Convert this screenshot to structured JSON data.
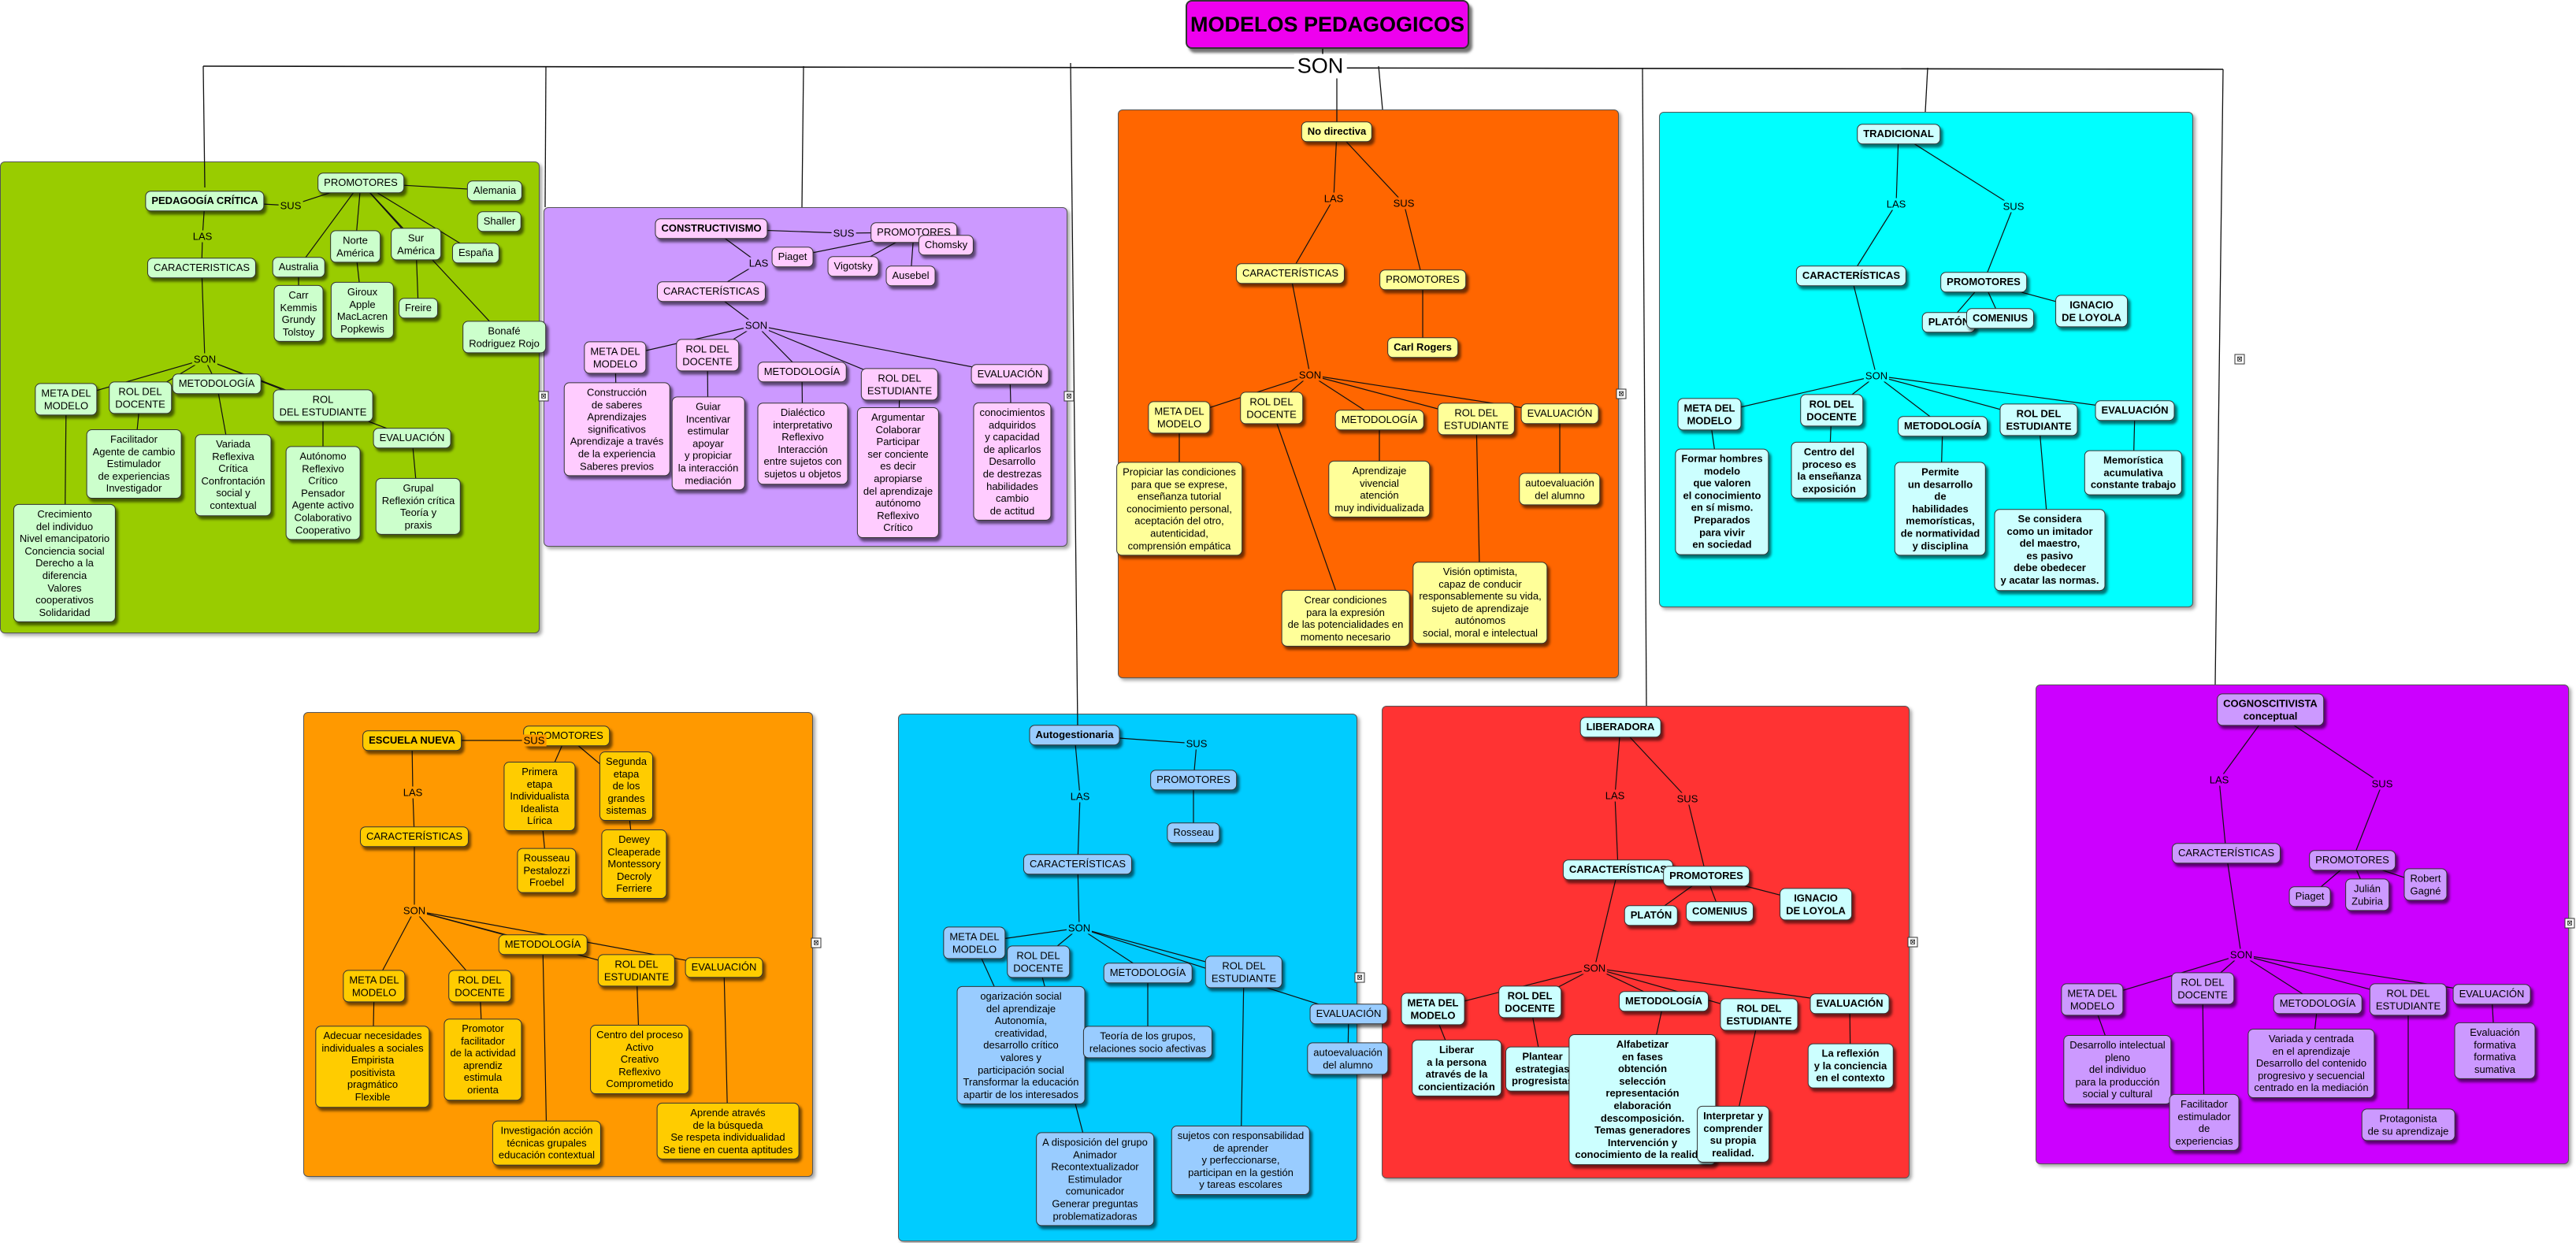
{
  "title": "MODELOS PEDAGOGICOS",
  "root_link": "SON",
  "colors": {
    "title": "#ee00ee",
    "critica": "#99cc00",
    "constructivismo": "#cc99ff",
    "no_directiva": "#ff6600",
    "tradicional": "#00ffff",
    "escuela_nueva": "#ff9900",
    "autogestionaria": "#00ccff",
    "liberadora": "#ff3333",
    "cognoscitivista": "#cc00ff"
  },
  "sections": [
    {
      "name": "PEDAGOGÍA CRÍTICA",
      "nodes": [
        "PEDAGOGÍA CRÍTICA",
        "PROMOTORES",
        "Alemania",
        "Shaller",
        "Australia",
        "Norte\nAmérica",
        "Sur\nAmérica",
        "España",
        "Carr\nKemmis\nGrundy\nTolstoy",
        "Giroux\nApple\nMacLacren\nPopkewis",
        "Freire",
        "Bonafé\nRodriguez Rojo",
        "CARACTERISTICAS",
        "META DEL\nMODELO",
        "ROL DEL\nDOCENTE",
        "METODOLOGÍA",
        "ROL\nDEL ESTUDIANTE",
        "EVALUACIÓN",
        "Crecimiento\ndel individuo\nNivel emancipatorio\nConciencia social\nDerecho a la\ndiferencia\nValores\ncooperativos\nSolidaridad",
        "Facilitador\nAgente de cambio\nEstimulador\nde experiencias\nInvestigador",
        "Variada\nReflexiva\nCrítica\nConfrontación\nsocial y\ncontextual",
        "Autónomo\nReflexivo\nCrítico\nPensador\nAgente activo\nColaborativo\nCooperativo",
        "Grupal\nReflexión crítica\nTeoría y\npraxis"
      ],
      "links": [
        "SUS",
        "LAS",
        "SON"
      ]
    },
    {
      "name": "CONSTRUCTIVISMO",
      "nodes": [
        "CONSTRUCTIVISMO",
        "PROMOTORES",
        "Piaget",
        "Vigotsky",
        "Ausebel",
        "Chomsky",
        "CARACTERÍSTICAS",
        "META DEL\nMODELO",
        "ROL DEL\nDOCENTE",
        "METODOLOGÍA",
        "ROL DEL\nESTUDIANTE",
        "EVALUACIÓN",
        "Construcción\nde saberes\nAprendizajes\nsignificativos\nAprendizaje a través\nde la experiencia\nSaberes previos",
        "Guiar\nIncentivar\nestimular\napoyar\ny propiciar\nla interacción\nmediación",
        "Dialéctico\ninterpretativo\nReflexivo\nInteracción\nentre sujetos con\nsujetos u objetos",
        "Argumentar\nColaborar\nParticipar\nser conciente\nes decir\napropiarse\ndel aprendizaje\nautónomo\nReflexivo\nCrítico",
        "conocimientos\nadquiridos\ny capacidad\nde aplicarlos\nDesarrollo\nde destrezas\nhabilidades\ncambio\nde actitud"
      ],
      "links": [
        "SUS",
        "LAS",
        "SON"
      ]
    },
    {
      "name": "No directiva",
      "nodes": [
        "No directiva",
        "CARACTERÍSTICAS",
        "PROMOTORES",
        "Carl Rogers",
        "META DEL\nMODELO",
        "ROL DEL\nDOCENTE",
        "METODOLOGÍA",
        "ROL DEL\nESTUDIANTE",
        "EVALUACIÓN",
        "Propiciar las condiciones\npara que se exprese,\nenseñanza tutorial\nconocimiento personal,\naceptación del otro,\nautenticidad,\ncomprensión empática",
        "Crear condiciones\npara la expresión\nde las potencialidades en\nmomento necesario",
        "Aprendizaje\nvivencial\natención\nmuy individualizada",
        "Visión optimista,\ncapaz de conducir\nresponsablemente su vida,\nsujeto de aprendizaje\nautónomos\nsocial, moral e intelectual",
        "autoevaluación\ndel alumno"
      ],
      "links": [
        "LAS",
        "SUS",
        "SON"
      ]
    },
    {
      "name": "TRADICIONAL",
      "nodes": [
        "TRADICIONAL",
        "CARACTERÍSTICAS",
        "PROMOTORES",
        "PLATÓN",
        "COMENIUS",
        "IGNACIO\nDE LOYOLA",
        "META DEL\nMODELO",
        "ROL DEL\nDOCENTE",
        "METODOLOGÍA",
        "ROL DEL\nESTUDIANTE",
        "EVALUACIÓN",
        "Formar hombres\nmodelo\nque valoren\nel conocimiento\nen sí mismo.\nPreparados\npara vivir\nen sociedad",
        "Centro del\nproceso es\nla enseñanza\nexposición",
        "Permite\nun desarrollo\nde\nhabilidades\nmemorísticas,\nde normatividad\ny disciplina",
        "Se considera\ncomo un imitador\ndel maestro,\nes pasivo\ndebe obedecer\ny acatar las normas.",
        "Memorística\nacumulativa\nconstante trabajo"
      ],
      "links": [
        "LAS",
        "SUS",
        "SON"
      ]
    },
    {
      "name": "ESCUELA NUEVA",
      "nodes": [
        "ESCUELA NUEVA",
        "PROMOTORES",
        "Primera\netapa\nIndividualista\nIdealista\nLírica",
        "Segunda\netapa\nde los\ngrandes\nsistemas",
        "Rousseau\nPestalozzi\nFroebel",
        "Dewey\nCleaperade\nMontessory\nDecroly\nFerriere",
        "CARACTERÍSTICAS",
        "META DEL\nMODELO",
        "ROL DEL\nDOCENTE",
        "METODOLOGÍA",
        "ROL DEL\nESTUDIANTE",
        "EVALUACIÓN",
        "Adecuar necesidades\nindividuales a sociales\nEmpirista\npositivista\npragmático\nFlexible",
        "Promotor\nfacilitador\nde la actividad\naprendiz\nestimula\norienta",
        "Investigación acción\ntécnicas grupales\neducación contextual",
        "Centro del proceso\nActivo\nCreativo\nReflexivo\nComprometido",
        "Aprende através\nde la búsqueda\nSe respeta individualidad\nSe tiene en cuenta aptitudes"
      ],
      "links": [
        "SUS",
        "LAS",
        "SON"
      ]
    },
    {
      "name": "Autogestionaria",
      "nodes": [
        "Autogestionaria",
        "PROMOTORES",
        "Rosseau",
        "CARACTERÍSTICAS",
        "META DEL\nMODELO",
        "ROL DEL\nDOCENTE",
        "METODOLOGÍA",
        "ROL DEL\nESTUDIANTE",
        "EVALUACIÓN",
        "ogarización social\ndel aprendizaje\nAutonomía,\ncreatividad,\ndesarrollo crítico\nvalores y\nparticipación social\nTransformar la educación\napartir de los interesados",
        "A disposición del grupo\nAnimador\nRecontextualizador\nEstimulador\ncomunicador\nGenerar preguntas\nproblematizadoras",
        "Teoría de los grupos,\nrelaciones socio afectivas",
        "sujetos con responsabilidad\nde aprender\ny perfeccionarse,\nparticipan en la gestión\ny tareas escolares",
        "autoevaluación\ndel alumno"
      ],
      "links": [
        "SUS",
        "LAS",
        "SON"
      ]
    },
    {
      "name": "LIBERADORA",
      "nodes": [
        "LIBERADORA",
        "CARACTERÍSTICAS",
        "PROMOTORES",
        "PLATÓN",
        "COMENIUS",
        "IGNACIO\nDE LOYOLA",
        "META DEL\nMODELO",
        "ROL DEL\nDOCENTE",
        "METODOLOGÍA",
        "ROL DEL\nESTUDIANTE",
        "EVALUACIÓN",
        "Liberar\na la persona\natravés de la\nconcientización",
        "Plantear\nestrategias\nprogresistas",
        "Alfabetizar\nen fases\nobtención\nselección\nrepresentación\nelaboración\ndescomposición.\nTemas generadores\nIntervención y\nconocimiento de la realidad",
        "Interpretar y\ncomprender\nsu propia\nrealidad.",
        "La reflexión\ny la conciencia\nen el contexto"
      ],
      "links": [
        "LAS",
        "SUS",
        "SON"
      ]
    },
    {
      "name": "COGNOSCITIVISTA conceptual",
      "nodes": [
        "COGNOSCITIVISTA\nconceptual",
        "CARACTERÍSTICAS",
        "PROMOTORES",
        "Piaget",
        "Julián\nZubiria",
        "Robert\nGagné",
        "META DEL\nMODELO",
        "ROL DEL\nDOCENTE",
        "METODOLOGÍA",
        "ROL DEL\nESTUDIANTE",
        "EVALUACIÓN",
        "Desarrollo intelectual\npleno\ndel individuo\npara la producción\nsocial y cultural",
        "Facilitador\nestimulador\nde\nexperiencias",
        "Variada y centrada\nen el aprendizaje\nDesarrollo del contenido\nprogresivo y secuencial\ncentrado en la mediación",
        "Protagonista\nde su aprendizaje",
        "Evaluación formativa\nformativa sumativa"
      ],
      "links": [
        "LAS",
        "SUS",
        "SON"
      ]
    }
  ]
}
